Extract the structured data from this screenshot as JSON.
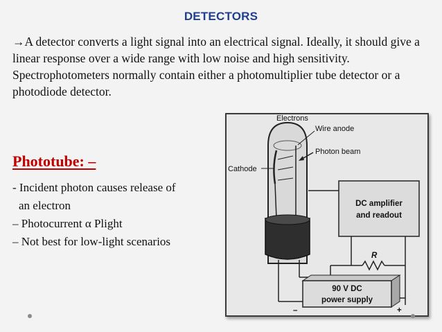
{
  "slide": {
    "title": "DETECTORS",
    "intro": "→A detector converts a light signal into an electrical signal. Ideally, it should give a linear response over a wide range with low noise and high sensitivity. Spectrophotometers normally contain either a photomultiplier tube detector or a photodiode detector.",
    "section_heading": "Phototube: –",
    "bullets": [
      "- Incident photon causes release of",
      "an electron",
      "– Photocurrent α Plight",
      "– Not best for low-light scenarios"
    ]
  },
  "figure": {
    "labels": {
      "electrons": "Electrons",
      "wire_anode": "Wire anode",
      "photon_beam": "Photon beam",
      "cathode": "Cathode",
      "amp_line1": "DC amplifier",
      "amp_line2": "and readout",
      "resistor": "R",
      "supply_line1": "90 V DC",
      "supply_line2": "power supply",
      "minus": "–",
      "plus": "+"
    }
  },
  "colors": {
    "title": "#1f3f8f",
    "heading": "#c00000",
    "background": "#f3f3f3"
  }
}
